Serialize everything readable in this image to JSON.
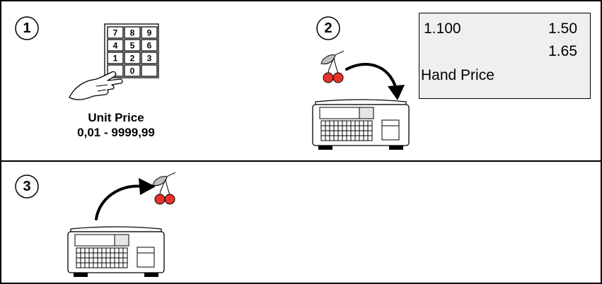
{
  "steps": [
    {
      "number": "1"
    },
    {
      "number": "2"
    },
    {
      "number": "3"
    }
  ],
  "unit_price": {
    "title": "Unit Price",
    "range": "0,01 - 9999,99"
  },
  "keypad": {
    "keys": [
      "7",
      "8",
      "9",
      "4",
      "5",
      "6",
      "1",
      "2",
      "3",
      "",
      "0",
      ""
    ]
  },
  "display": {
    "weight": "1.100",
    "unit_price": "1.50",
    "total": "1.65",
    "status": "Hand Price"
  }
}
